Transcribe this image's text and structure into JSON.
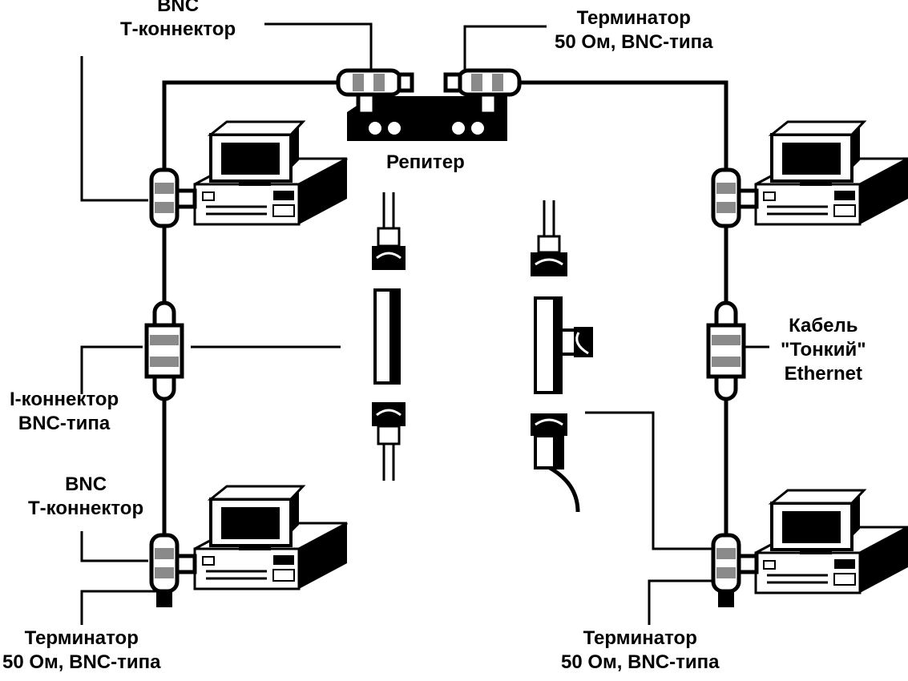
{
  "labels": {
    "top_tconnector": {
      "line1": "BNC",
      "line2": "Т-коннектор"
    },
    "top_terminator": {
      "line1": "Терминатор",
      "line2": "50 Ом, BNC-типа"
    },
    "repeater": "Репитер",
    "i_connector": {
      "line1": "I-коннектор",
      "line2": "BNC-типа"
    },
    "bottom_tconnector": {
      "line1": "BNC",
      "line2": "Т-коннектор"
    },
    "cable": {
      "line1": "Кабель",
      "line2": "\"Тонкий\"",
      "line3": "Ethernet"
    },
    "bottom_left_terminator": {
      "line1": "Терминатор",
      "line2": "50 Ом, BNC-типа"
    },
    "bottom_right_terminator": {
      "line1": "Терминатор",
      "line2": "50 Ом, BNC-типа"
    }
  },
  "colors": {
    "ink": "#000000",
    "gray": "#8a8a8a",
    "background": "#ffffff"
  }
}
